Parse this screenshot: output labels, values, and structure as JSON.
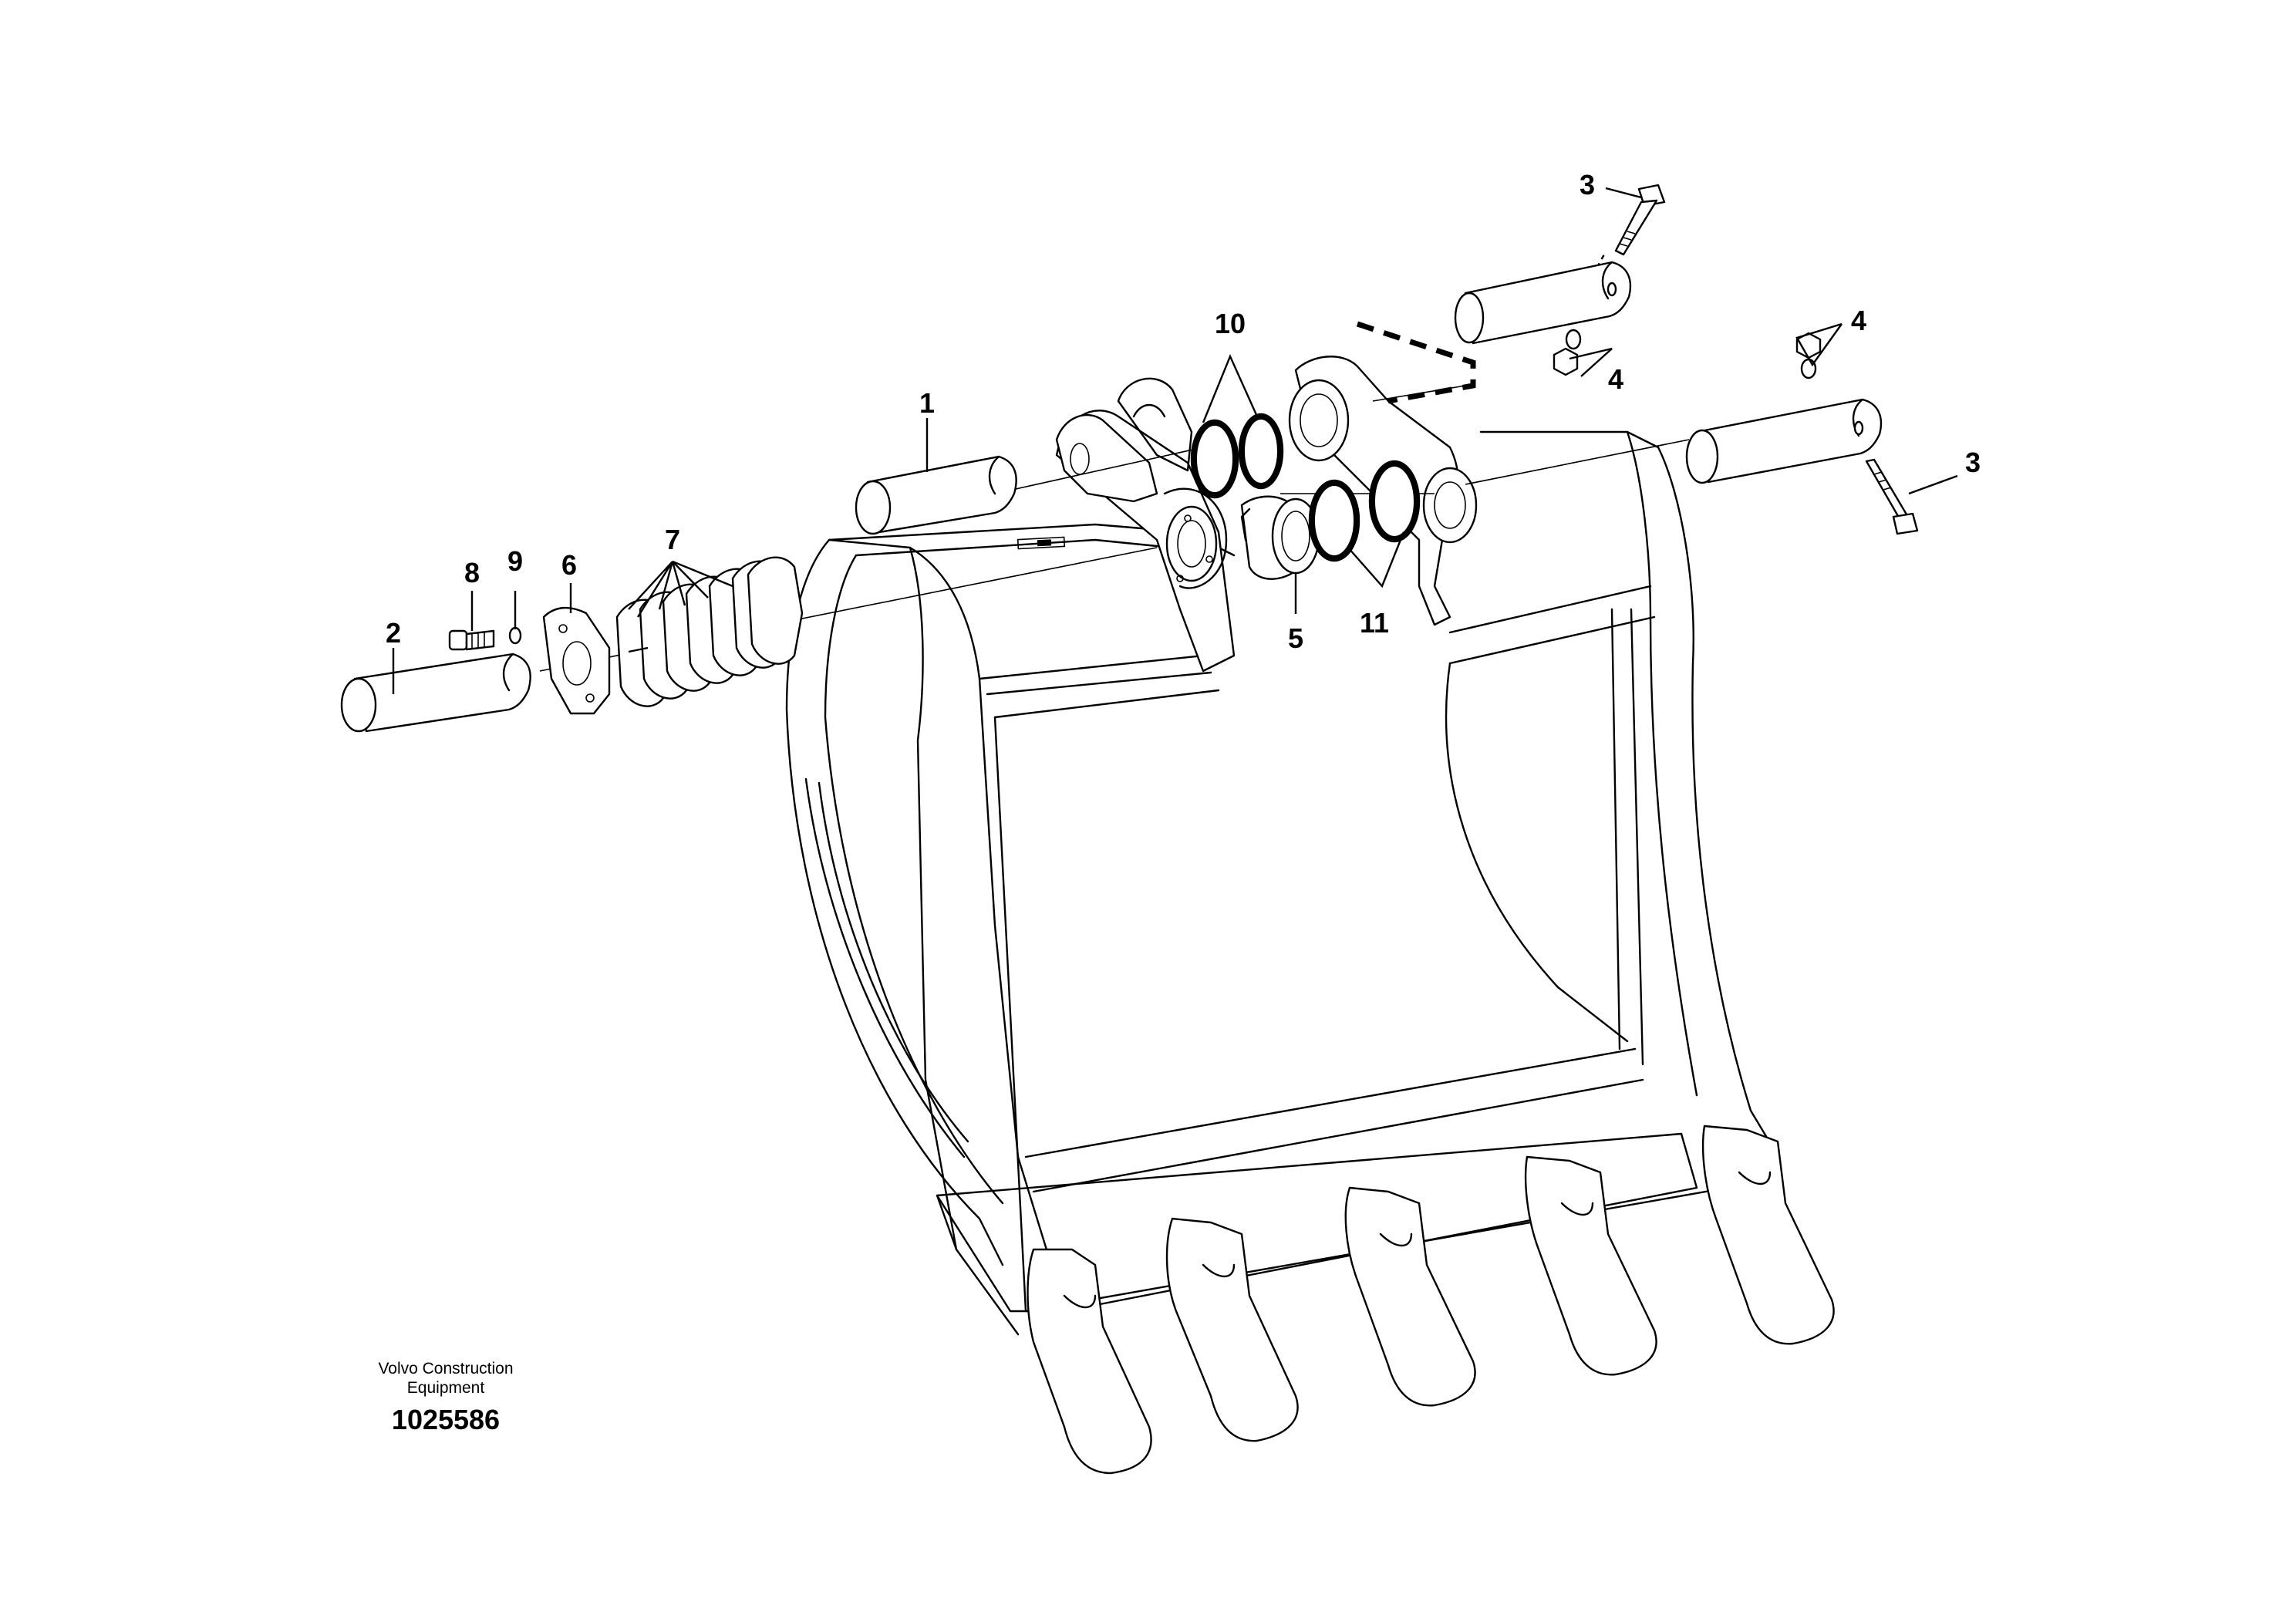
{
  "diagram": {
    "labels": {
      "p1": "1",
      "p2": "2",
      "p3a": "3",
      "p3b": "3",
      "p4a": "4",
      "p4b": "4",
      "p5": "5",
      "p6": "6",
      "p7": "7",
      "p8": "8",
      "p9": "9",
      "p10": "10",
      "p11": "11"
    },
    "caption": {
      "company_line1": "Volvo Construction",
      "company_line2": "Equipment",
      "drawing_number": "1025586"
    }
  }
}
